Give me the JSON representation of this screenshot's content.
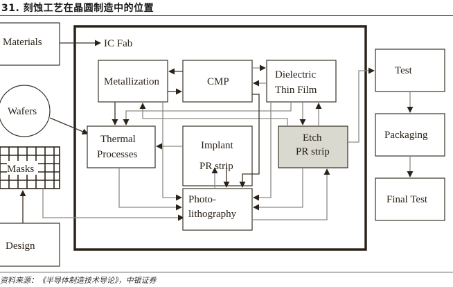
{
  "header": {
    "title": "31. 刻蚀工艺在晶圆制造中的位置"
  },
  "diagram": {
    "external": {
      "materials": "Materials",
      "wafers": "Wafers",
      "masks": "Masks",
      "design": "Design"
    },
    "fab": {
      "label": "IC Fab",
      "metallization": "Metallization",
      "cmp": "CMP",
      "dielectric_line1": "Dielectric",
      "dielectric_line2": "Thin Film",
      "thermal_line1": "Thermal",
      "thermal_line2": "Processes",
      "implant_line1": "Implant",
      "implant_line2": "PR strip",
      "etch_line1": "Etch",
      "etch_line2": "PR strip",
      "photo_line1": "Photo-",
      "photo_line2": "lithography"
    },
    "backend": {
      "test": "Test",
      "packaging": "Packaging",
      "final_test": "Final Test"
    },
    "highlight_color": "#d9d9cf"
  },
  "footer": {
    "source": "资料来源：《半导体制造技术导论》，中银证券"
  }
}
